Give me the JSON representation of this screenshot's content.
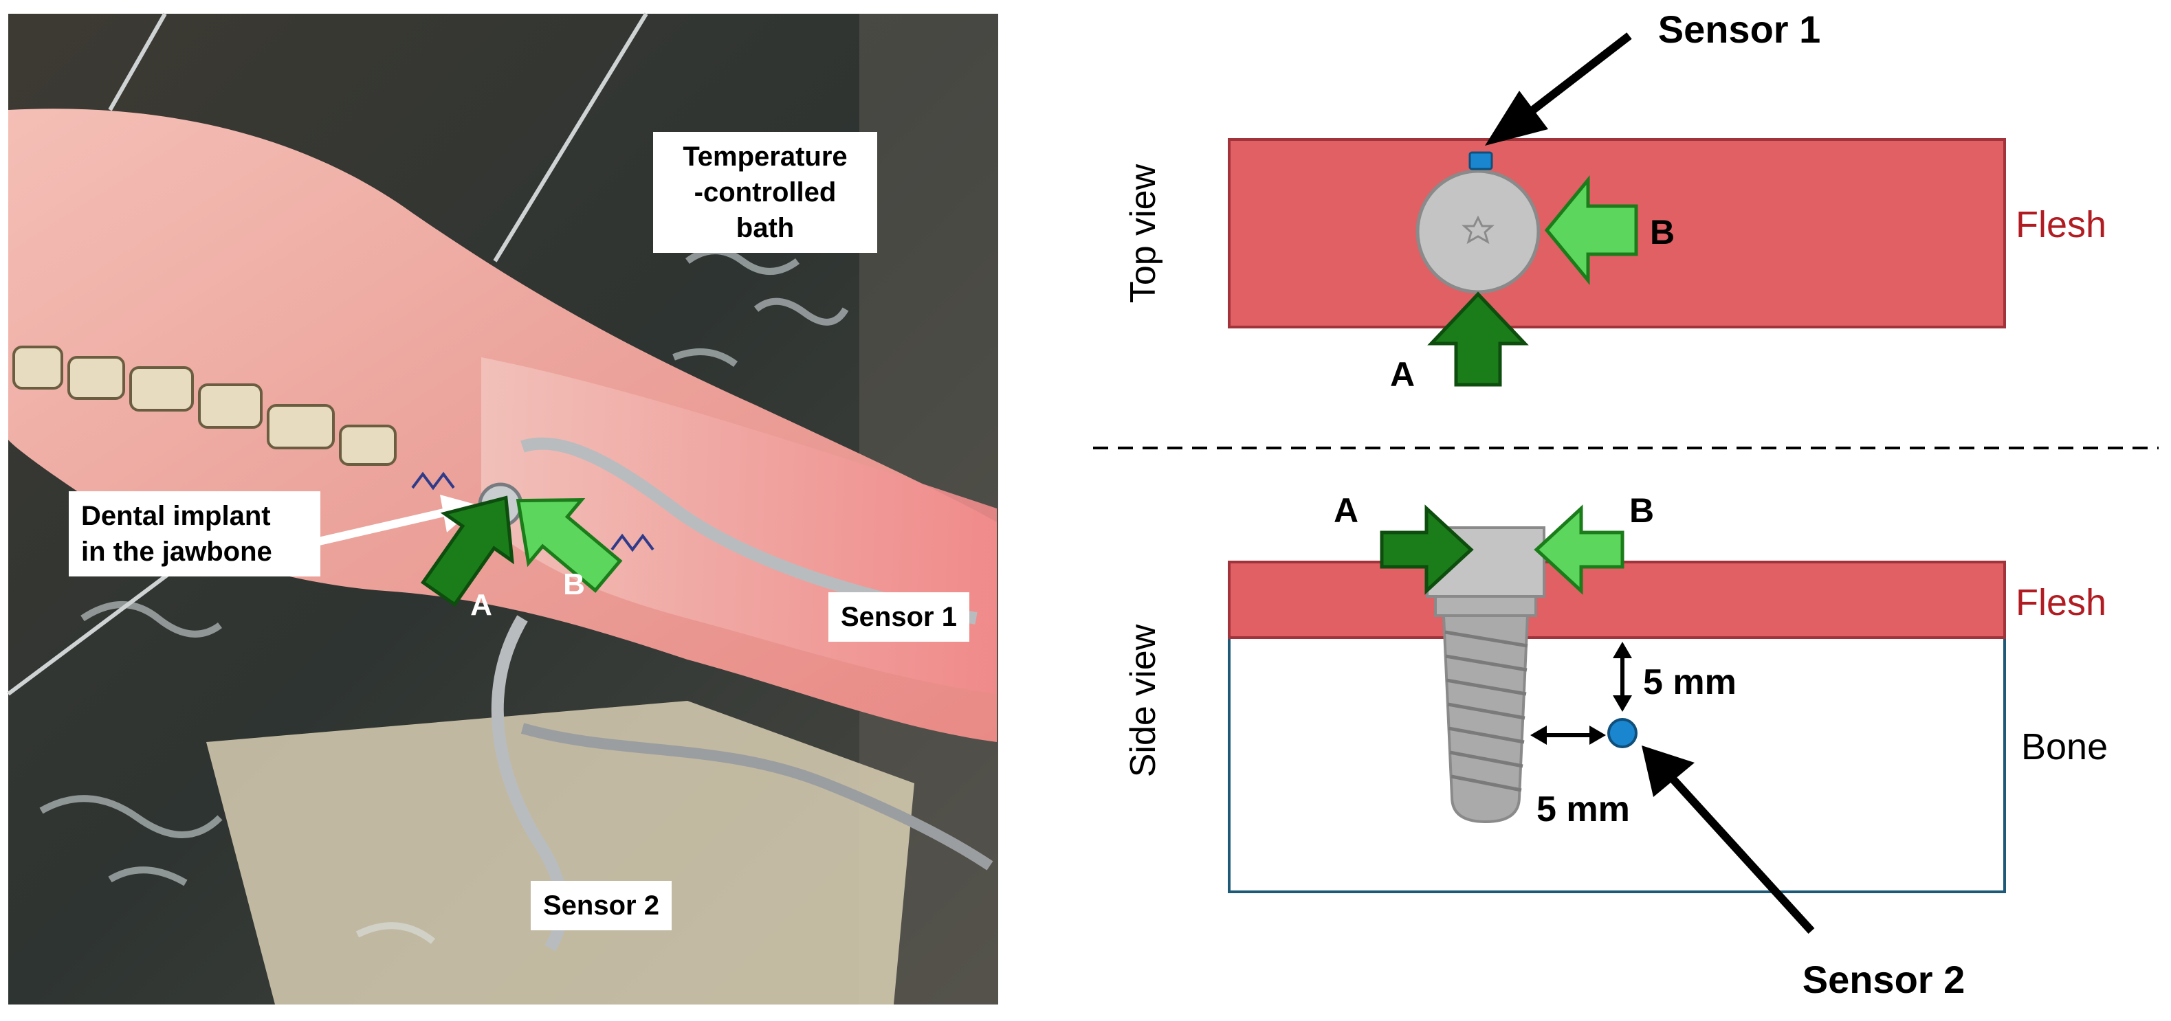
{
  "photo": {
    "labels": {
      "bath": "Temperature -controlled bath",
      "bath_line1": "Temperature",
      "bath_line2": "-controlled bath",
      "implant_line1": "Dental implant",
      "implant_line2": "in the jawbone",
      "sensor1": "Sensor 1",
      "sensor2": "Sensor 2",
      "arrow_a": "A",
      "arrow_b": "B"
    }
  },
  "top_view": {
    "title": "Top view",
    "sensor_label": "Sensor 1",
    "tissue_label": "Flesh",
    "arrow_a": "A",
    "arrow_b": "B"
  },
  "side_view": {
    "title": "Side view",
    "tissue_label": "Flesh",
    "bone_label": "Bone",
    "sensor_label": "Sensor 2",
    "arrow_a": "A",
    "arrow_b": "B",
    "dist_vertical": "5 mm",
    "dist_horizontal": "5 mm"
  },
  "colors": {
    "flesh": "#e06064",
    "flesh_border": "#a0343a",
    "flesh_text": "#b01c22",
    "implant": "#c4c4c4",
    "sensor": "#1a86d0",
    "arrow_dark": "#1a7d1a",
    "arrow_light": "#5dd65d",
    "bone_border": "#1e5a78"
  }
}
